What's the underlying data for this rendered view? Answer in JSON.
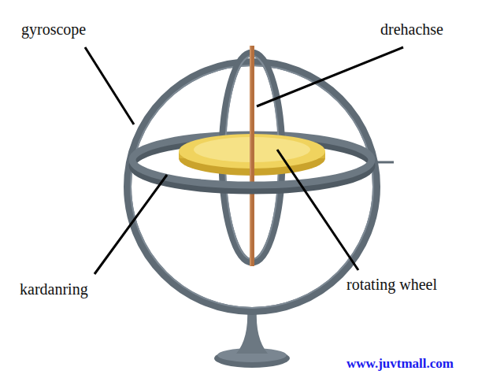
{
  "diagram": {
    "labels": [
      "gyroscope",
      "drehachse",
      "kardanring",
      "rotating wheel",
      "www.juvtmall.com"
    ]
  }
}
